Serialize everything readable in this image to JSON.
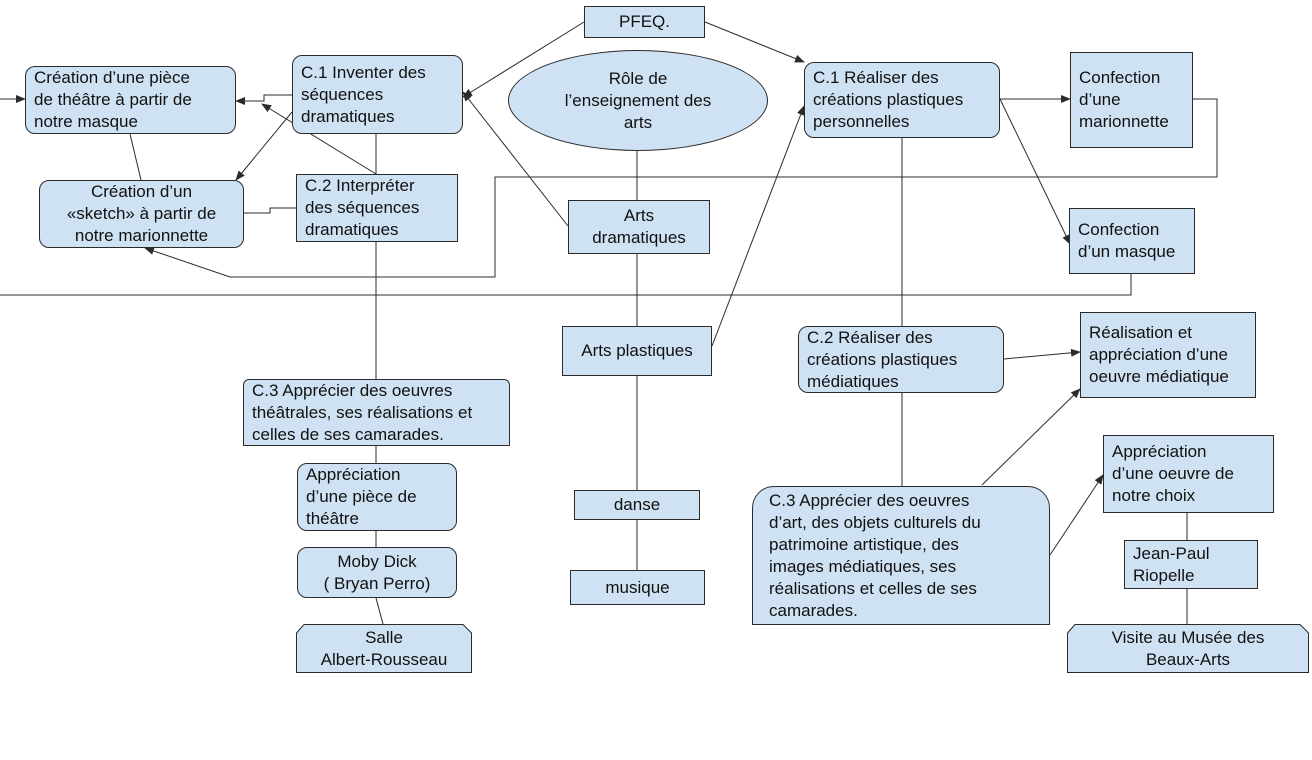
{
  "colors": {
    "fill": "#cfe2f3",
    "stroke": "#2b2b2b",
    "background": "#ffffff"
  },
  "nodes": {
    "pfeq": "PFEQ.",
    "role": "Rôle de\nl’enseignement des\narts",
    "arts_dramatiques": "Arts\ndramatiques",
    "arts_plastiques": "Arts plastiques",
    "danse": "danse",
    "musique": "musique",
    "c1_inventer": "C.1 Inventer des\nséquences\ndramatiques",
    "c2_interpreter": "C.2 Interpréter\ndes séquences\ndramatiques",
    "c3_apprecier_theatre": "C.3 Apprécier des oeuvres\nthéâtrales, ses réalisations et\ncelles de ses camarades.",
    "creation_piece": "Création d’une pièce\nde théâtre à partir de\nnotre masque",
    "creation_sketch": "Création d’un\n«sketch» à partir de\nnotre marionnette",
    "appreciation_piece": "Appréciation\nd’une pièce de\nthéâtre",
    "moby_dick": "Moby Dick\n( Bryan Perro)",
    "salle": "Salle\nAlbert-Rousseau",
    "c1_realiser": "C.1 Réaliser des\ncréations plastiques\npersonnelles",
    "confection_marionnette": "Confection\nd’une\nmarionnette",
    "confection_masque": "Confection\nd’un masque",
    "c2_realiser": "C.2 Réaliser des\ncréations plastiques\nmédiatiques",
    "realisation_oeuvre": "Réalisation et\nappréciation d’une\noeuvre médiatique",
    "c3_apprecier_art": "C.3 Apprécier des oeuvres\nd’art, des objets culturels du\npatrimoine artistique, des\nimages médiatiques, ses\nréalisations et celles de ses\ncamarades.",
    "appreciation_choix": "Appréciation\nd’une oeuvre de\nnotre choix",
    "riopelle": "Jean-Paul\nRiopelle",
    "musee": "Visite au Musée des\nBeaux-Arts"
  }
}
